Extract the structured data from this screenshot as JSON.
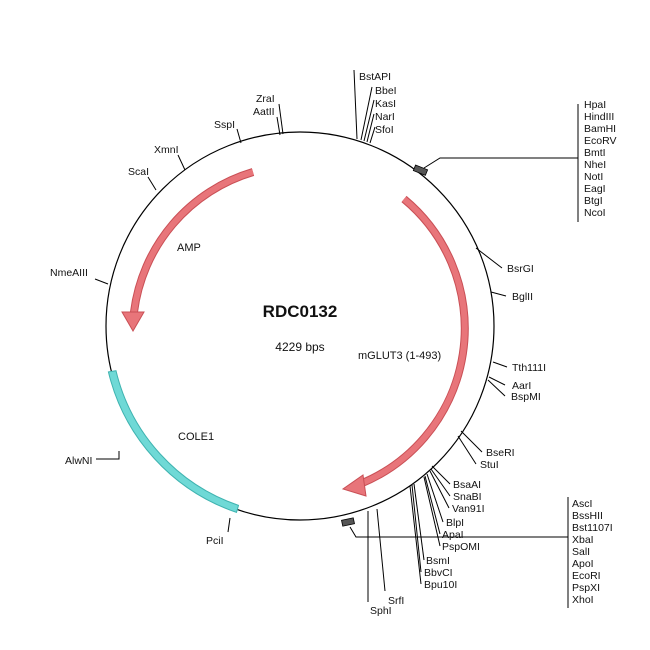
{
  "plasmid": {
    "name": "RDC0132",
    "size_label": "4229 bps"
  },
  "features": {
    "amp": "AMP",
    "mglut3": "mGLUT3 (1-493)",
    "cole1": "COLE1"
  },
  "colors": {
    "arrow_fill": "#e8757a",
    "arrow_stroke": "#c94f55",
    "ori_fill": "#6fd9d6",
    "ori_stroke": "#3fb3b0",
    "backbone": "#000000"
  },
  "sites": {
    "top_cluster": [
      "BstAPI",
      "BbeI",
      "KasI",
      "NarI",
      "SfoI"
    ],
    "mcs_top": [
      "HpaI",
      "HindIII",
      "BamHI",
      "EcoRV",
      "BmtI",
      "NheI",
      "NotI",
      "EagI",
      "BtgI",
      "NcoI"
    ],
    "right": [
      "BsrGI",
      "BglII",
      "Tth111I",
      "AarI",
      "BspMI",
      "BseRI",
      "StuI"
    ],
    "lower_right": [
      "BsaAI",
      "SnaBI",
      "Van91I",
      "BlpI",
      "ApaI",
      "PspOMI",
      "BsmI",
      "BbvCI",
      "Bpu10I"
    ],
    "mcs_bottom": [
      "AscI",
      "BssHII",
      "Bst1107I",
      "XbaI",
      "SalI",
      "ApoI",
      "EcoRI",
      "PspXI",
      "XhoI"
    ],
    "bottom": [
      "SrfI",
      "SphI"
    ],
    "left": [
      "ZraI",
      "AatII",
      "SspI",
      "XmnI",
      "ScaI",
      "NmeAIII",
      "AlwNI",
      "PciI"
    ]
  }
}
